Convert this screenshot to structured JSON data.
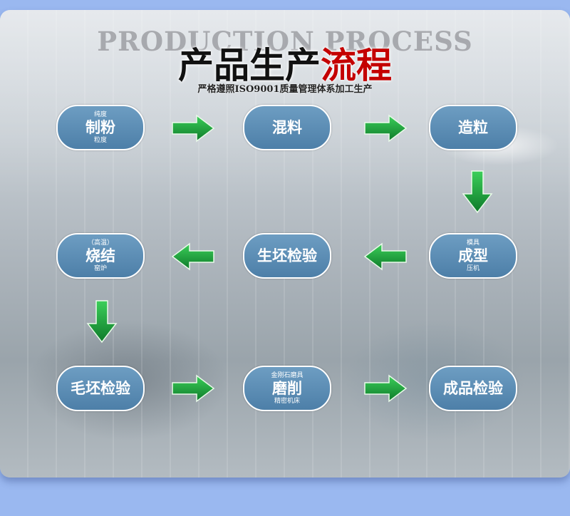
{
  "header": {
    "bg_english": "PRODUCTION PROCESS",
    "title_black": "产品生产",
    "title_red": "流程",
    "subtitle": "严格遵照ISO9001质量管理体系加工生产"
  },
  "steps": [
    {
      "top": "纯度",
      "main": "制粉",
      "bottom": "粒度"
    },
    {
      "top": "",
      "main": "混料",
      "bottom": ""
    },
    {
      "top": "",
      "main": "造粒",
      "bottom": ""
    },
    {
      "top": "模具",
      "main": "成型",
      "bottom": "压机"
    },
    {
      "top": "",
      "main": "生坯检验",
      "bottom": ""
    },
    {
      "top": "（高温）",
      "main": "烧结",
      "bottom": "窑炉"
    },
    {
      "top": "",
      "main": "毛坯检验",
      "bottom": ""
    },
    {
      "top": "金刚石磨具",
      "main": "磨削",
      "bottom": "精密机床"
    },
    {
      "top": "",
      "main": "成品检验",
      "bottom": ""
    }
  ],
  "arrows": [
    {
      "direction": "right"
    },
    {
      "direction": "right"
    },
    {
      "direction": "down"
    },
    {
      "direction": "left"
    },
    {
      "direction": "left"
    },
    {
      "direction": "down"
    },
    {
      "direction": "right"
    },
    {
      "direction": "right"
    }
  ],
  "colors": {
    "step_fill": "#5b8db5",
    "arrow_green": "#1f9a3a",
    "title_red": "#c40000",
    "page_bg": "#9ab8f0"
  },
  "icons": {
    "arrow": "green-arrow-icon"
  }
}
